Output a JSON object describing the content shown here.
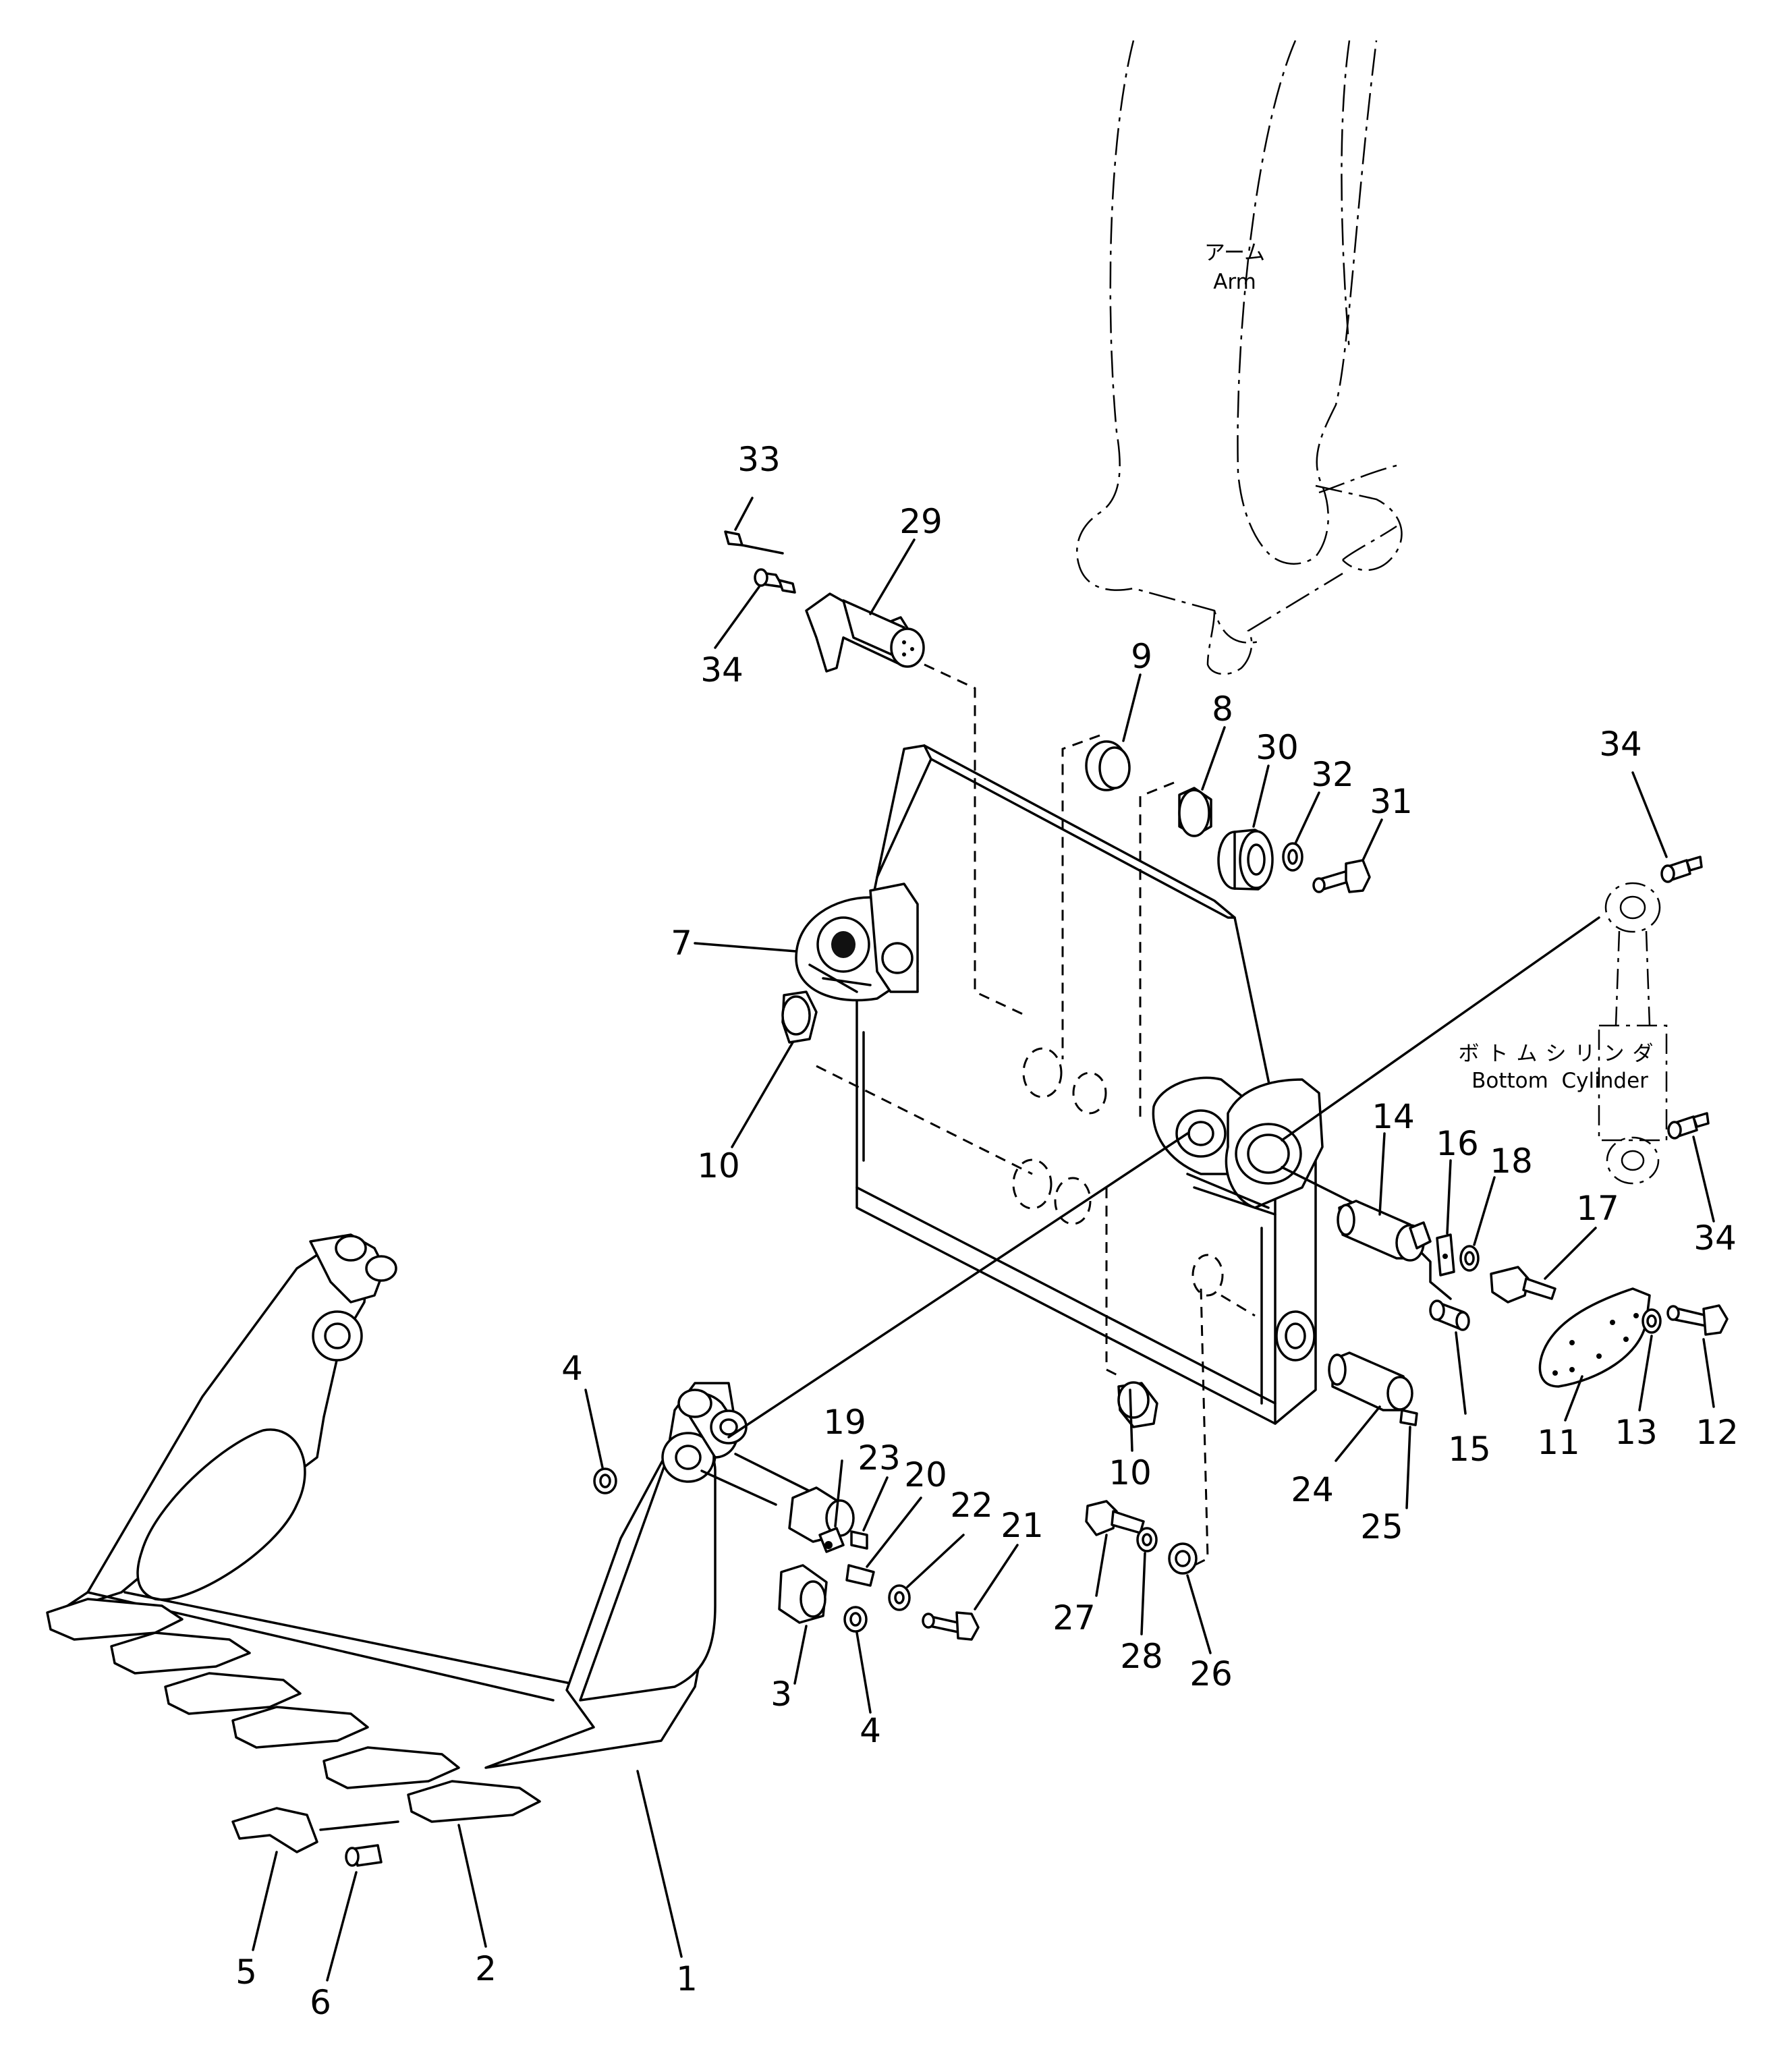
{
  "labels": {
    "arm_jp": "アーム",
    "arm_en": "Arm",
    "bottom_cylinder_jp": "ボトムシリンダ",
    "bottom_cylinder_en": "Bottom  Cylinder"
  },
  "callouts": {
    "n1": "1",
    "n2": "2",
    "n3": "3",
    "n4a": "4",
    "n4b": "4",
    "n5": "5",
    "n6": "6",
    "n7": "7",
    "n8": "8",
    "n9": "9",
    "n10a": "10",
    "n10b": "10",
    "n11": "11",
    "n12": "12",
    "n13": "13",
    "n14": "14",
    "n15": "15",
    "n16": "16",
    "n17": "17",
    "n18": "18",
    "n19": "19",
    "n20": "20",
    "n21": "21",
    "n22": "22",
    "n23": "23",
    "n24": "24",
    "n25": "25",
    "n26": "26",
    "n27": "27",
    "n28": "28",
    "n29": "29",
    "n30": "30",
    "n31": "31",
    "n32": "32",
    "n33": "33",
    "n34a": "34",
    "n34b": "34",
    "n34c": "34"
  }
}
